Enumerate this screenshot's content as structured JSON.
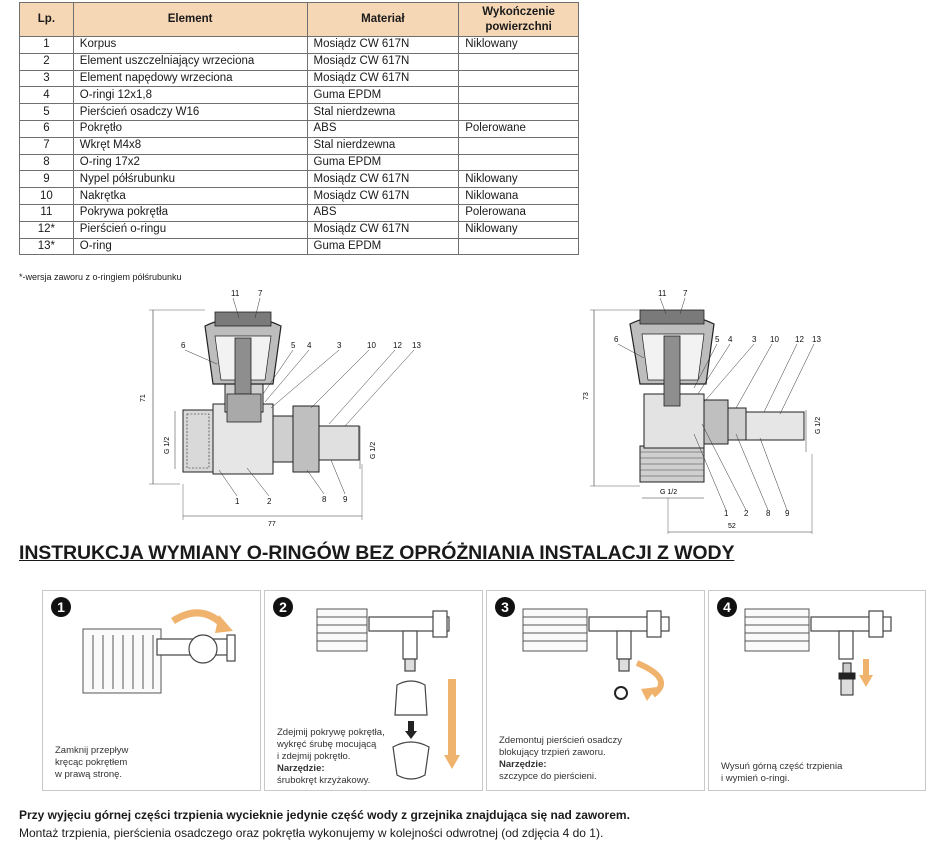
{
  "table": {
    "headers": [
      "Lp.",
      "Element",
      "Materiał",
      "Wykończenie powierzchni"
    ],
    "rows": [
      [
        "1",
        "Korpus",
        "Mosiądz CW 617N",
        "Niklowany"
      ],
      [
        "2",
        "Element uszczelniający wrzeciona",
        "Mosiądz CW 617N",
        ""
      ],
      [
        "3",
        "Element napędowy wrzeciona",
        "Mosiądz CW 617N",
        ""
      ],
      [
        "4",
        "O-ringi 12x1,8",
        "Guma EPDM",
        ""
      ],
      [
        "5",
        "Pierścień osadczy W16",
        "Stal nierdzewna",
        ""
      ],
      [
        "6",
        "Pokrętło",
        "ABS",
        "Polerowane"
      ],
      [
        "7",
        "Wkręt M4x8",
        "Stal nierdzewna",
        ""
      ],
      [
        "8",
        "O-ring 17x2",
        "Guma EPDM",
        ""
      ],
      [
        "9",
        "Nypel półśrubunku",
        "Mosiądz CW 617N",
        "Niklowany"
      ],
      [
        "10",
        "Nakrętka",
        "Mosiądz CW 617N",
        "Niklowana"
      ],
      [
        "11",
        "Pokrywa pokrętła",
        "ABS",
        "Polerowana"
      ],
      [
        "12*",
        "Pierścień o-ringu",
        "Mosiądz CW 617N",
        "Niklowany"
      ],
      [
        "13*",
        "O-ring",
        "Guma EPDM",
        ""
      ]
    ]
  },
  "footnote": "*-wersja zaworu z o-ringiem półśrubunku",
  "drawing_straight": {
    "callouts_top": [
      "11",
      "7"
    ],
    "callouts_mid": [
      "6",
      "5",
      "4",
      "3",
      "10",
      "12",
      "13"
    ],
    "callouts_bottom": [
      "1",
      "2",
      "8",
      "9"
    ],
    "dim_height": "71",
    "dim_width": "77",
    "thread_left": "G 1/2",
    "thread_right": "G 1/2"
  },
  "drawing_angle": {
    "callouts_top": [
      "11",
      "7"
    ],
    "callouts_mid": [
      "6",
      "5",
      "4",
      "3",
      "10",
      "12",
      "13"
    ],
    "callouts_bottom": [
      "1",
      "2",
      "8",
      "9"
    ],
    "dim_height": "73",
    "dim_width": "52",
    "thread_bottom": "G 1/2",
    "thread_right": "G 1/2"
  },
  "heading": "INSTRUKCJA WYMIANY O-RINGÓW BEZ OPRÓŻNIANIA INSTALACJI Z WODY",
  "steps": [
    {
      "num": "1",
      "lines": [
        "Zamknij przepływ",
        "kręcąc pokrętłem",
        "w prawą stronę."
      ]
    },
    {
      "num": "2",
      "lines": [
        "Zdejmij pokrywę pokrętła,",
        "wykręć śrubę mocującą",
        "i zdejmij pokrętło."
      ],
      "tool_label": "Narzędzie:",
      "tool": "śrubokręt krzyżakowy."
    },
    {
      "num": "3",
      "lines": [
        "Zdemontuj pierścień osadczy",
        "blokujący trzpień zaworu."
      ],
      "tool_label": "Narzędzie:",
      "tool": "szczypce do pierścieni."
    },
    {
      "num": "4",
      "lines": [
        "Wysuń górną część trzpienia",
        "i wymień o-ringi."
      ]
    }
  ],
  "note_bold": "Przy wyjęciu górnej części trzpienia wycieknie jedynie część wody z grzejnika znajdująca się nad zaworem.",
  "note": "Montaż trzpienia, pierścienia osadczego oraz pokrętła wykonujemy w kolejności odwrotnej (od zdjęcia 4 do 1).",
  "colors": {
    "table_header": "#f5d7b5",
    "arrow": "#f0b36e"
  },
  "icons": [
    "rotate-arrow-icon",
    "down-arrow-icon",
    "curved-arrow-icon",
    "screwdriver-icon"
  ]
}
